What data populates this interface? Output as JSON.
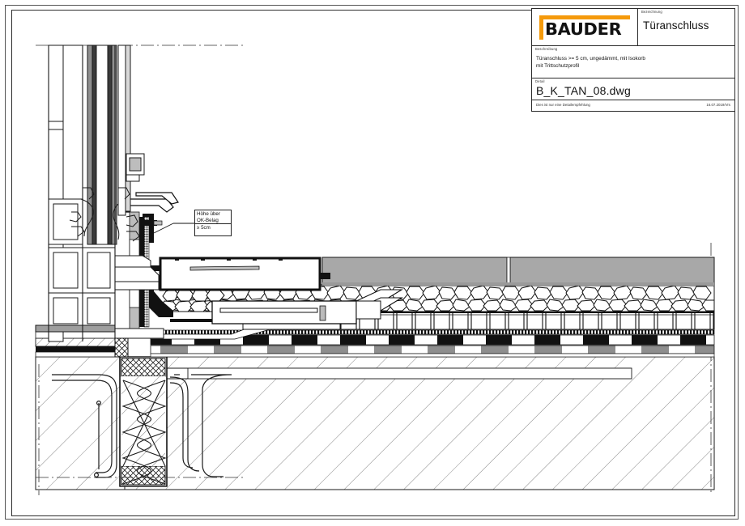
{
  "sheet": {
    "background": "#ffffff",
    "line_color": "#1a1a1a",
    "accent_color": "#F59A0B"
  },
  "titleblock": {
    "logo": {
      "wordmark": "BAUDER",
      "bracket_color": "#F59A0B"
    },
    "designation_label": "Bezeichnung",
    "designation_value": "Türanschluss",
    "description_label": "Beschreibung",
    "description_value": "Türanschluss >= 5 cm, ungedämmt, mit Isokorb\nmit Trittschutzprofil",
    "detail_label": "Detail",
    "detail_value": "B_K_TAN_08.dwg",
    "footer_note": "Dies ist nur eine Detailempfehlung",
    "footer_date": "16.07.2019/Vrs"
  },
  "drawing": {
    "callout": {
      "line1": "Höhe über\nOK-Belag",
      "line2": "≥ 5cm"
    },
    "layers": [
      {
        "name": "paving-slabs",
        "fill": "#a8a8a8"
      },
      {
        "name": "gravel-chippings",
        "fill": "#ffffff"
      },
      {
        "name": "insulation-boards",
        "fill": "#ffffff"
      },
      {
        "name": "waterproofing-membrane",
        "fill": "#000000"
      },
      {
        "name": "vapour-barrier",
        "fill": "#000000"
      },
      {
        "name": "levelling-layer",
        "fill": "#8c8c8c"
      },
      {
        "name": "concrete-slab",
        "fill": "#ffffff"
      }
    ],
    "components": [
      {
        "name": "door-profile-section"
      },
      {
        "name": "trittschutzprofil"
      },
      {
        "name": "isokorb-thermal-break"
      },
      {
        "name": "rebar-loops"
      },
      {
        "name": "centerline"
      }
    ]
  }
}
